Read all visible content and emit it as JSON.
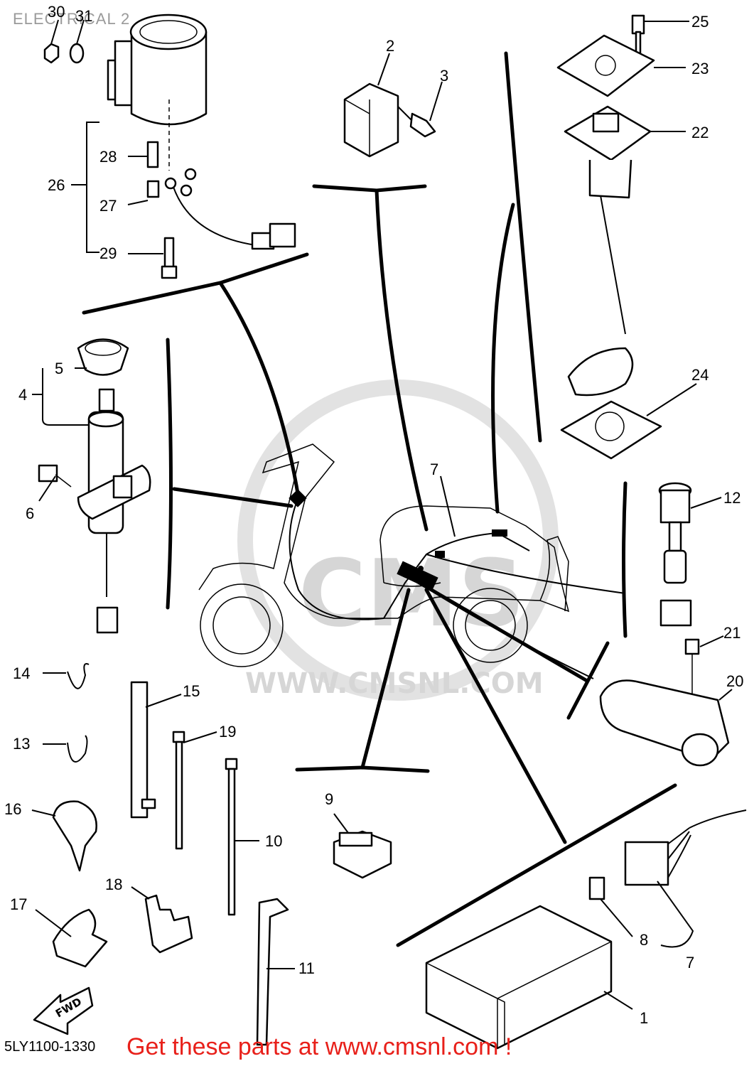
{
  "title": "ELECTRICAL 2",
  "diagram_code": "5LY1100-1330",
  "promo": "Get these parts at www.cmsnl.com !",
  "watermark": "WWW.CMSNL.COM",
  "watermark_logo": "CMS",
  "fwd_label": "FWD",
  "colors": {
    "promo": "#e8201a",
    "title": "#9a9a9a",
    "line": "#000000",
    "watermark": "#d6d6d6"
  },
  "callouts": {
    "c1": "1",
    "c2": "2",
    "c3": "3",
    "c4": "4",
    "c5": "5",
    "c6": "6",
    "c7a": "7",
    "c7b": "7",
    "c8": "8",
    "c9": "9",
    "c10": "10",
    "c11": "11",
    "c12": "12",
    "c13": "13",
    "c14": "14",
    "c15": "15",
    "c16": "16",
    "c17": "17",
    "c18": "18",
    "c19": "19",
    "c20": "20",
    "c21": "21",
    "c22": "22",
    "c23": "23",
    "c24": "24",
    "c25": "25",
    "c26": "26",
    "c27": "27",
    "c28": "28",
    "c29": "29",
    "c30": "30",
    "c31": "31"
  }
}
